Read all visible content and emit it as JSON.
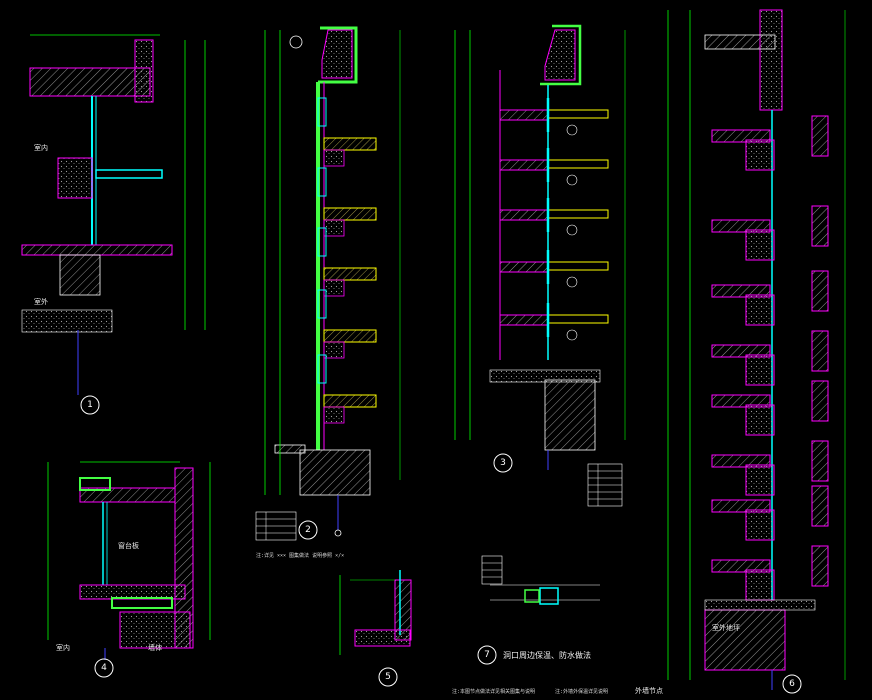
{
  "colors": {
    "background": "#000000",
    "dimension": "#00ff00",
    "wall_outline": "#ff00ff",
    "insulation": "#44ff44",
    "glass": "#00ffff",
    "slab_beam": "#ffff00",
    "text": "#ffffff",
    "hatch": "#c8c8c8",
    "grid": "#4040ff"
  },
  "details": [
    {
      "id": "1",
      "bubble": "1"
    },
    {
      "id": "2",
      "bubble": "2"
    },
    {
      "id": "3",
      "bubble": "3"
    },
    {
      "id": "4",
      "bubble": "4"
    },
    {
      "id": "5",
      "bubble": "5"
    },
    {
      "id": "6",
      "bubble": "6"
    },
    {
      "id": "7",
      "bubble": "7"
    }
  ],
  "labels": {
    "d1_label_a": "室内",
    "d1_label_b": "室外",
    "d2_note": "注:详见 ××× 图集做法 说明参照 ×/×",
    "d4_label_a": "窗台板",
    "d4_label_b": "室内",
    "d4_label_c": "墙体",
    "d7_title": "洞口周边保温、防水做法",
    "bottom_note_a": "注:本图节点做法详见相关图集与说明",
    "bottom_note_b": "注:外墙外保温详见说明",
    "bottom_note_c": "外墙节点",
    "d6_label_a": "室外地坪"
  }
}
